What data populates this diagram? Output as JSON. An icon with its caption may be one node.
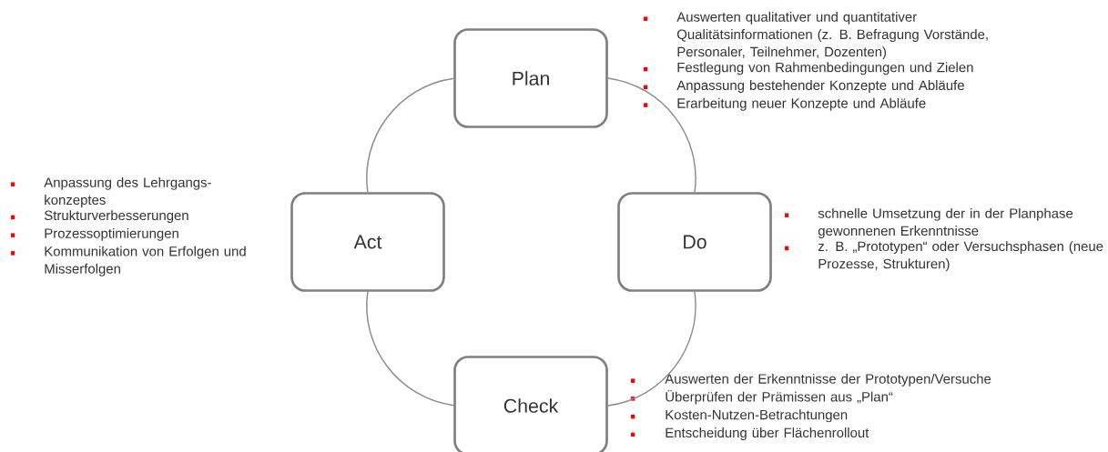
{
  "diagram": {
    "nodes": [
      {
        "text": [
          "Plan"
        ],
        "beside": [
          "Auswerten qualitativer und quantitativer Qualitätsinformationen (z. B. Befragung Vorstände, Personaler, Teilnehmer, Dozenten)",
          "Festlegung von Rahmenbedingungen und Zielen",
          "Anpassung bestehender Konzepte und Abläufe",
          "Erarbeitung neuer Konzepte und Abläufe"
        ]
      },
      {
        "text": [
          "Act"
        ],
        "beside": [
          "Anpassung des Lehrgangs- konzeptes",
          "Strukturverbesserungen",
          "Prozessoptimierungen",
          "Kommunikation von Erfolgen und Misserfolgen"
        ]
      },
      {
        "text": [
          "Do"
        ],
        "beside": [
          "schnelle Umsetzung der in der Planphase gewonnenen Erkenntnisse",
          "z. B. „Prototypen“ oder Versuchsphasen (neue Prozesse, Strukturen)"
        ]
      },
      {
        "text": [
          "Check"
        ],
        "beside": [
          "Auswerten der Erkenntnisse der Prototypen/Versuche",
          "Überprüfen der Prämissen aus „Plan“",
          "Kosten-Nutzen-Betrachtungen",
          "Entscheidung über Flächenrollout"
        ]
      }
    ],
    "edges": [
      {
        "from": 0,
        "to": 2,
        "arrow": "none"
      },
      {
        "from": 2,
        "to": 3,
        "arrow": "none"
      },
      {
        "from": 3,
        "to": 1,
        "arrow": "none"
      },
      {
        "from": 1,
        "to": 0,
        "arrow": "none"
      }
    ]
  }
}
